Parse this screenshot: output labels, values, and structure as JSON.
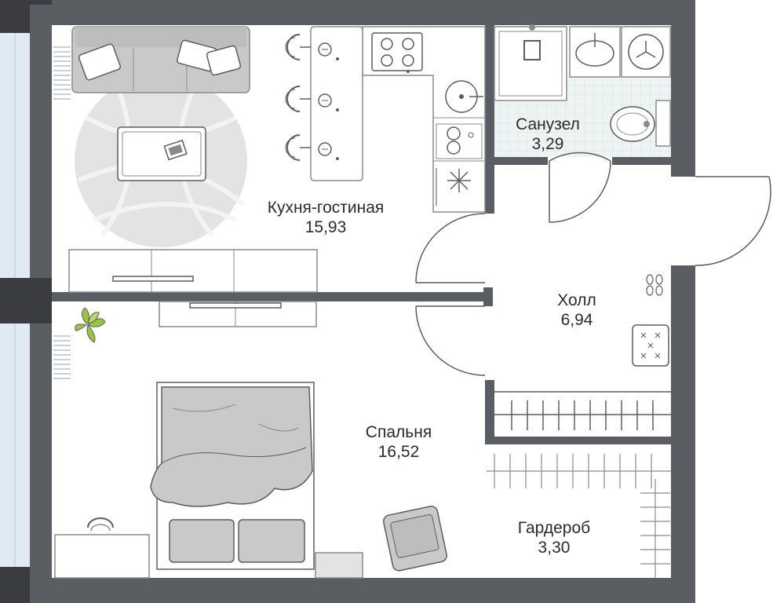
{
  "rooms": {
    "living": {
      "name": "Кухня-гостиная",
      "area": "15,93"
    },
    "bath": {
      "name": "Санузел",
      "area": "3,29"
    },
    "hall": {
      "name": "Холл",
      "area": "6,94"
    },
    "bedroom": {
      "name": "Спальня",
      "area": "16,52"
    },
    "wardrobe": {
      "name": "Гардероб",
      "area": "3,30"
    }
  },
  "colors": {
    "wall": "#5a5d61",
    "wall_dark": "#3a3c3f",
    "window_glass": "#dfeaf3",
    "furniture_fill": "#c9c9c9",
    "rug": "#e3e3e3",
    "line": "#8a8a8a",
    "plant": "#9bc53d",
    "tile": "#e8f0f0"
  }
}
